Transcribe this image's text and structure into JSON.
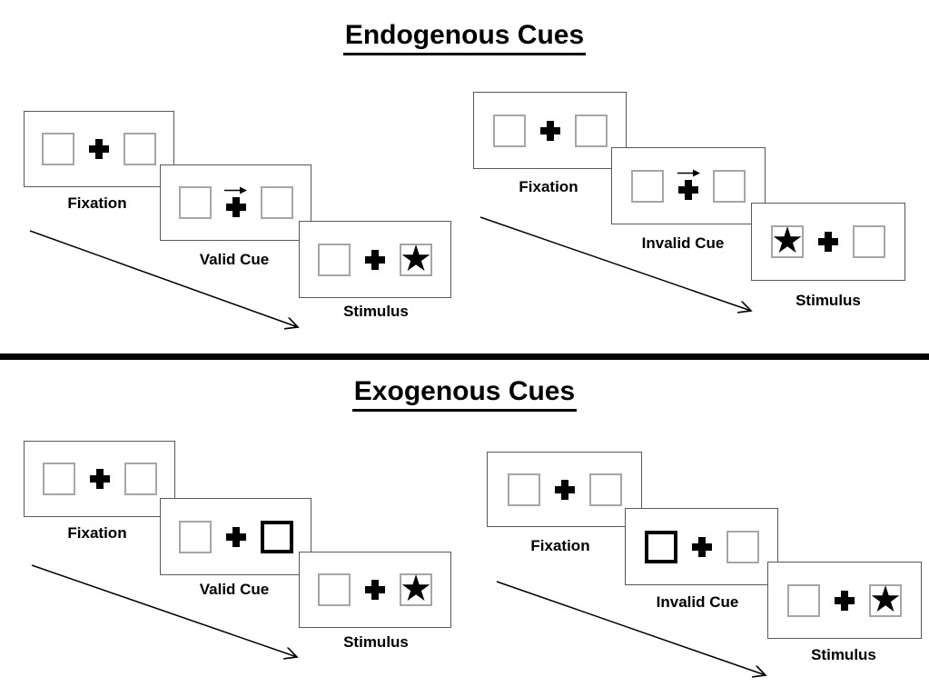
{
  "titles": {
    "endogenous": "Endogenous Cues",
    "exogenous": "Exogenous Cues"
  },
  "icons": {
    "star_glyph": "★",
    "fixation_cross": "plus-cross",
    "endogenous_cue_icon": "right-arrow",
    "exogenous_cue_icon": "bold-outlined-box",
    "timeline_arrow": "diagonal-arrow-down-right"
  },
  "colors": {
    "background": "#ffffff",
    "panel_border": "#595959",
    "square_border": "#a6a6a6",
    "cue_box_border": "#000000",
    "ink": "#000000"
  },
  "sections": [
    {
      "title": "Endogenous Cues",
      "groups": [
        {
          "name": "endogenous-valid",
          "cue_type": "central arrow pointing right",
          "star_side": "right",
          "panels": [
            {
              "label": "Fixation"
            },
            {
              "label": "Valid Cue"
            },
            {
              "label": "Stimulus"
            }
          ]
        },
        {
          "name": "endogenous-invalid",
          "cue_type": "central arrow pointing right",
          "star_side": "left",
          "panels": [
            {
              "label": "Fixation"
            },
            {
              "label": "Invalid Cue"
            },
            {
              "label": "Stimulus"
            }
          ]
        }
      ]
    },
    {
      "title": "Exogenous Cues",
      "groups": [
        {
          "name": "exogenous-valid",
          "cue_type": "bold peripheral box on right",
          "star_side": "right",
          "panels": [
            {
              "label": "Fixation"
            },
            {
              "label": "Valid Cue"
            },
            {
              "label": "Stimulus"
            }
          ]
        },
        {
          "name": "exogenous-invalid",
          "cue_type": "bold peripheral box on left",
          "star_side": "right-box-star",
          "panels": [
            {
              "label": "Fixation"
            },
            {
              "label": "Invalid Cue"
            },
            {
              "label": "Stimulus"
            }
          ]
        }
      ]
    }
  ]
}
